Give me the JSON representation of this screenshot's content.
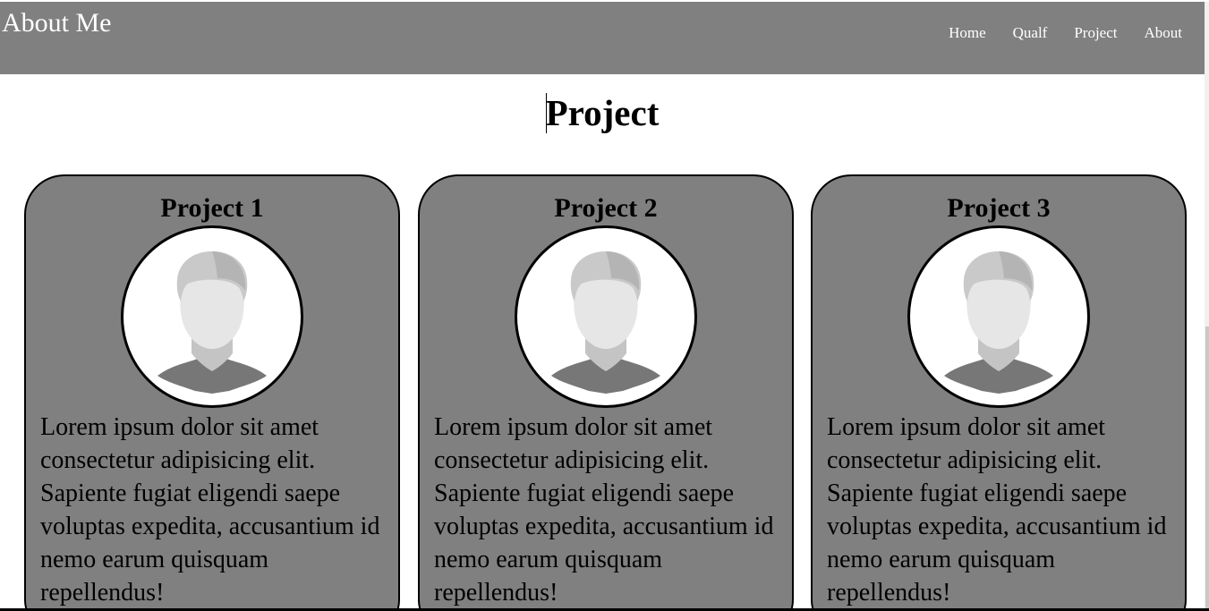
{
  "navbar": {
    "brand": "About Me",
    "links": [
      "Home",
      "Qualf",
      "Project",
      "About"
    ]
  },
  "section": {
    "title": "Project"
  },
  "cards": [
    {
      "title": "Project 1",
      "text": "Lorem ipsum dolor sit amet consectetur adipisicing elit. Sapiente fugiat eligendi saepe voluptas expedita, accusantium id nemo earum quisquam repellendus!"
    },
    {
      "title": "Project 2",
      "text": "Lorem ipsum dolor sit amet consectetur adipisicing elit. Sapiente fugiat eligendi saepe voluptas expedita, accusantium id nemo earum quisquam repellendus!"
    },
    {
      "title": "Project 3",
      "text": "Lorem ipsum dolor sit amet consectetur adipisicing elit. Sapiente fugiat eligendi saepe voluptas expedita, accusantium id nemo earum quisquam repellendus!"
    }
  ],
  "colors": {
    "navbar_bg": "#808080",
    "card_bg": "#808080",
    "text": "#000000",
    "nav_text": "#ffffff"
  },
  "icons": {
    "avatar": "user-avatar-placeholder-icon"
  }
}
